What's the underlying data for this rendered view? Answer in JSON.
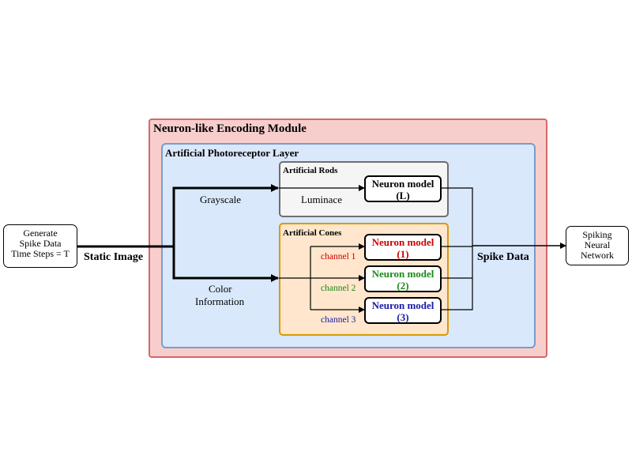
{
  "colors": {
    "module_fill": "#f8cecc",
    "layer_fill": "#dae8fc",
    "rods_fill": "#f5f5f5",
    "cones_fill": "#ffe6cc",
    "channel1": "#cc0000",
    "channel2": "#1a8a1a",
    "channel3": "#1a1aaa"
  },
  "input_box": {
    "line1": "Generate",
    "line2": "Spike Data",
    "line3": "Time Steps = T"
  },
  "output_box": {
    "line1": "Spiking",
    "line2": "Neural",
    "line3": "Network"
  },
  "module_title": "Neuron-like Encoding Module",
  "layer_title": "Artificial Photoreceptor Layer",
  "rods": {
    "title": "Artificial Rods",
    "neuron": {
      "line1": "Neuron model",
      "line2": "(L)"
    }
  },
  "cones": {
    "title": "Artificial Cones",
    "neurons": [
      {
        "line1": "Neuron model",
        "line2": "(1)"
      },
      {
        "line1": "Neuron model",
        "line2": "(2)"
      },
      {
        "line1": "Neuron model",
        "line2": "(3)"
      }
    ]
  },
  "labels": {
    "static_image": "Static Image",
    "grayscale": "Grayscale",
    "luminace": "Luminace",
    "color_line1": "Color",
    "color_line2": "Information",
    "channel1": "channel 1",
    "channel2": "channel 2",
    "channel3": "channel 3",
    "spike_data": "Spike Data"
  }
}
